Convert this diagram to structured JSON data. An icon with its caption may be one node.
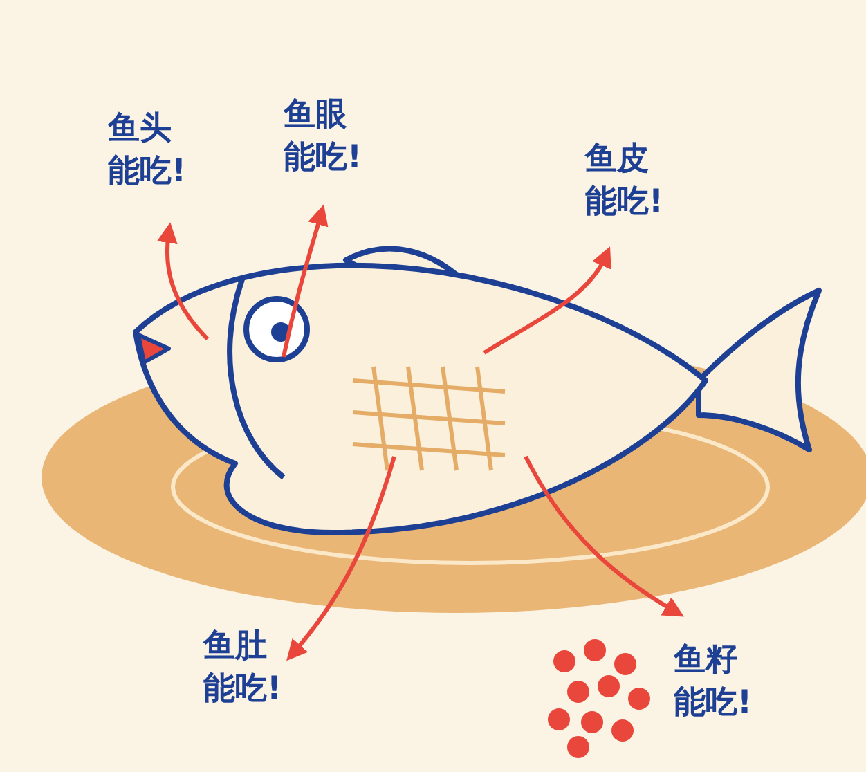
{
  "diagram": {
    "nodes": [
      {
        "text": [
          "鱼头能吃!"
        ]
      },
      {
        "text": [
          "鱼眼能吃!"
        ]
      },
      {
        "text": [
          "鱼皮能吃!"
        ]
      },
      {
        "text": [
          "鱼肚能吃!"
        ]
      },
      {
        "text": [
          "鱼籽能吃!"
        ]
      }
    ],
    "edges": [
      {
        "from": null,
        "to": 0,
        "arrow": "to"
      },
      {
        "from": null,
        "to": 1,
        "arrow": "to"
      },
      {
        "from": null,
        "to": 2,
        "arrow": "to"
      },
      {
        "from": null,
        "to": 3,
        "arrow": "to"
      },
      {
        "from": null,
        "to": 4,
        "arrow": "to"
      }
    ]
  }
}
